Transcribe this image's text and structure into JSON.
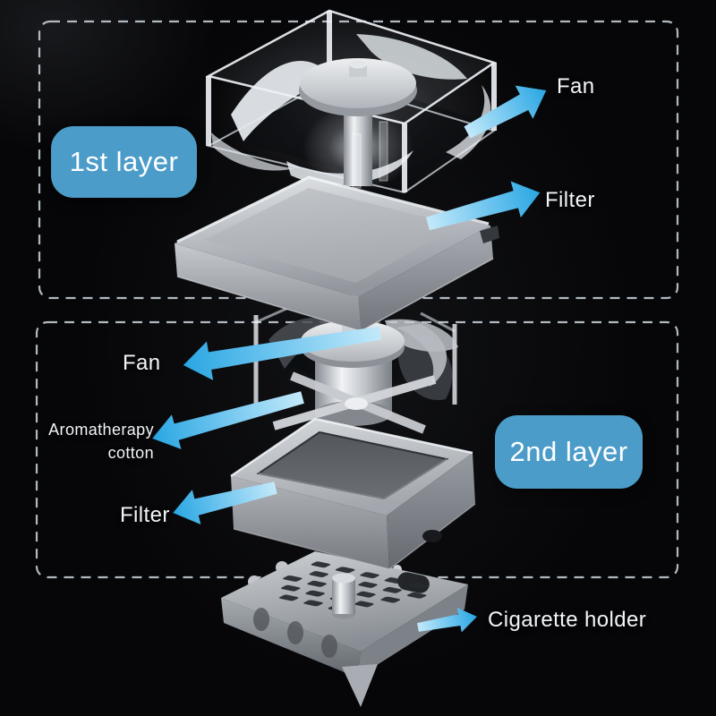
{
  "colors": {
    "background": "#060608",
    "badge_blue": "#4c9cc9",
    "arrow_light": "#c3e9fa",
    "arrow_dark": "#2aa6e2",
    "dash_border": "#cfd8e0",
    "label_text": "#f2f5f7"
  },
  "layer1": {
    "badge": "1st layer",
    "fan_label": "Fan",
    "filter_label": "Filter"
  },
  "layer2": {
    "badge": "2nd layer",
    "fan_label": "Fan",
    "aromatherapy": [
      "Aromatherapy",
      "cotton"
    ],
    "filter_label": "Filter"
  },
  "base": {
    "holder_label": "Cigarette holder"
  },
  "icons": {
    "arrow": "fat-gradient-callout-arrow",
    "outline": "dashed-rounded-rectangle"
  }
}
